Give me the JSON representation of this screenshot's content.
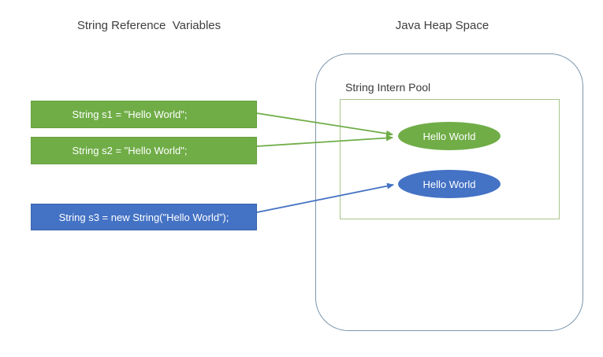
{
  "titles": {
    "left": "String Reference  Variables",
    "right": "Java Heap Space"
  },
  "reference_variables": [
    {
      "id": "s1",
      "label": "String s1 = \"Hello World\";",
      "storage": "string-literal"
    },
    {
      "id": "s2",
      "label": "String s2 = \"Hello World\";",
      "storage": "string-literal"
    },
    {
      "id": "s3",
      "label": "String s3 = new String(\"Hello World”);",
      "storage": "new-operator"
    }
  ],
  "heap": {
    "intern_pool_label": "String Intern Pool",
    "objects": [
      {
        "id": "interned-string",
        "label": "Hello World",
        "color": "#70AD47"
      },
      {
        "id": "heap-string",
        "label": "Hello World",
        "color": "#4472C4"
      }
    ]
  },
  "arrows": [
    {
      "from": "s1",
      "to": "interned-string",
      "color": "#70AD47"
    },
    {
      "from": "s2",
      "to": "interned-string",
      "color": "#70AD47"
    },
    {
      "from": "s3",
      "to": "heap-string",
      "color": "#4472C4"
    }
  ],
  "colors": {
    "literal_box_fill": "#70AD47",
    "new_box_fill": "#4472C4",
    "heap_border": "#7C96AC",
    "intern_pool_border": "#A8C48C",
    "heading_text": "#3F3F3F",
    "box_text": "#FFFFFF",
    "background": "#FFFFFF"
  }
}
